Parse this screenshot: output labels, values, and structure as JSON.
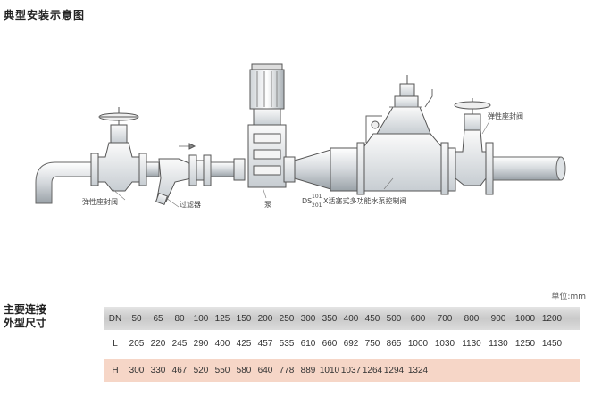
{
  "title": "典型安装示意图",
  "labels": {
    "gate_valve_left": "弹性座封阀",
    "strainer": "过滤器",
    "pump": "泵",
    "control_valve_prefix": "DS",
    "control_valve_sup": "101",
    "control_valve_sub": "201",
    "control_valve_suffix": "X活塞式多功能水泵控制阀",
    "gate_valve_right": "弹性座封阀"
  },
  "table": {
    "unit": "单位:mm",
    "side_title_line1": "主要连接",
    "side_title_line2": "外型尺寸",
    "dn_label": "DN",
    "dn": [
      "50",
      "65",
      "80",
      "100",
      "125",
      "150",
      "200",
      "250",
      "300",
      "350",
      "400",
      "450",
      "500",
      "600",
      "700",
      "800",
      "900",
      "1000",
      "1200"
    ],
    "l_label": "L",
    "l": [
      "205",
      "220",
      "245",
      "290",
      "400",
      "425",
      "457",
      "535",
      "610",
      "660",
      "692",
      "750",
      "865",
      "1000",
      "1030",
      "1130",
      "1130",
      "1250",
      "1450"
    ],
    "h_label": "H",
    "h": [
      "300",
      "330",
      "467",
      "520",
      "550",
      "580",
      "640",
      "778",
      "889",
      "1010",
      "1037",
      "1264",
      "1294",
      "1324"
    ]
  }
}
